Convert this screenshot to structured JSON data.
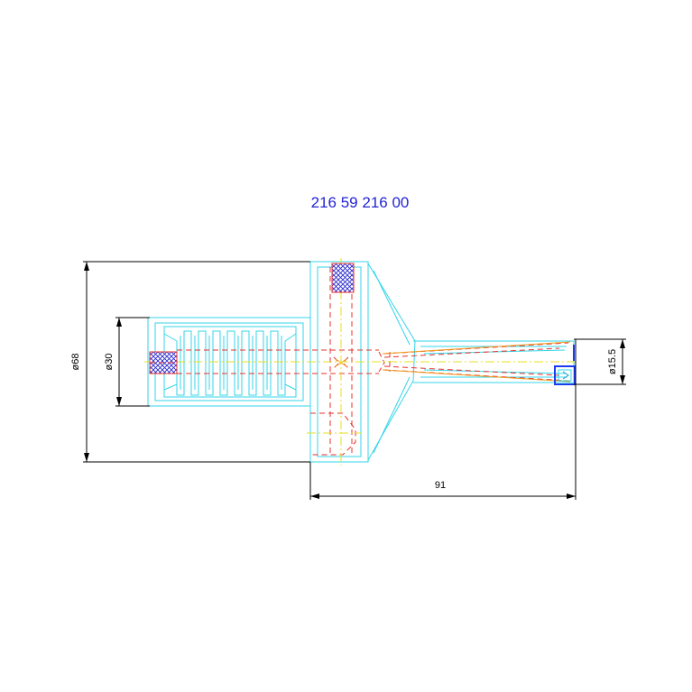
{
  "drawing": {
    "part_number": "216 59 216 00",
    "dimensions": {
      "outer_diameter": "ø68",
      "inner_diameter": "ø30",
      "tip_diameter": "ø15.5",
      "overall_length": "91"
    },
    "colors": {
      "outline": "#33d6e8",
      "dimension_lines": "#000000",
      "hidden_lines": "#e8312b",
      "center_lines": "#e8e020",
      "title_text": "#2323d6",
      "hatch": "#2a2ad0"
    }
  }
}
